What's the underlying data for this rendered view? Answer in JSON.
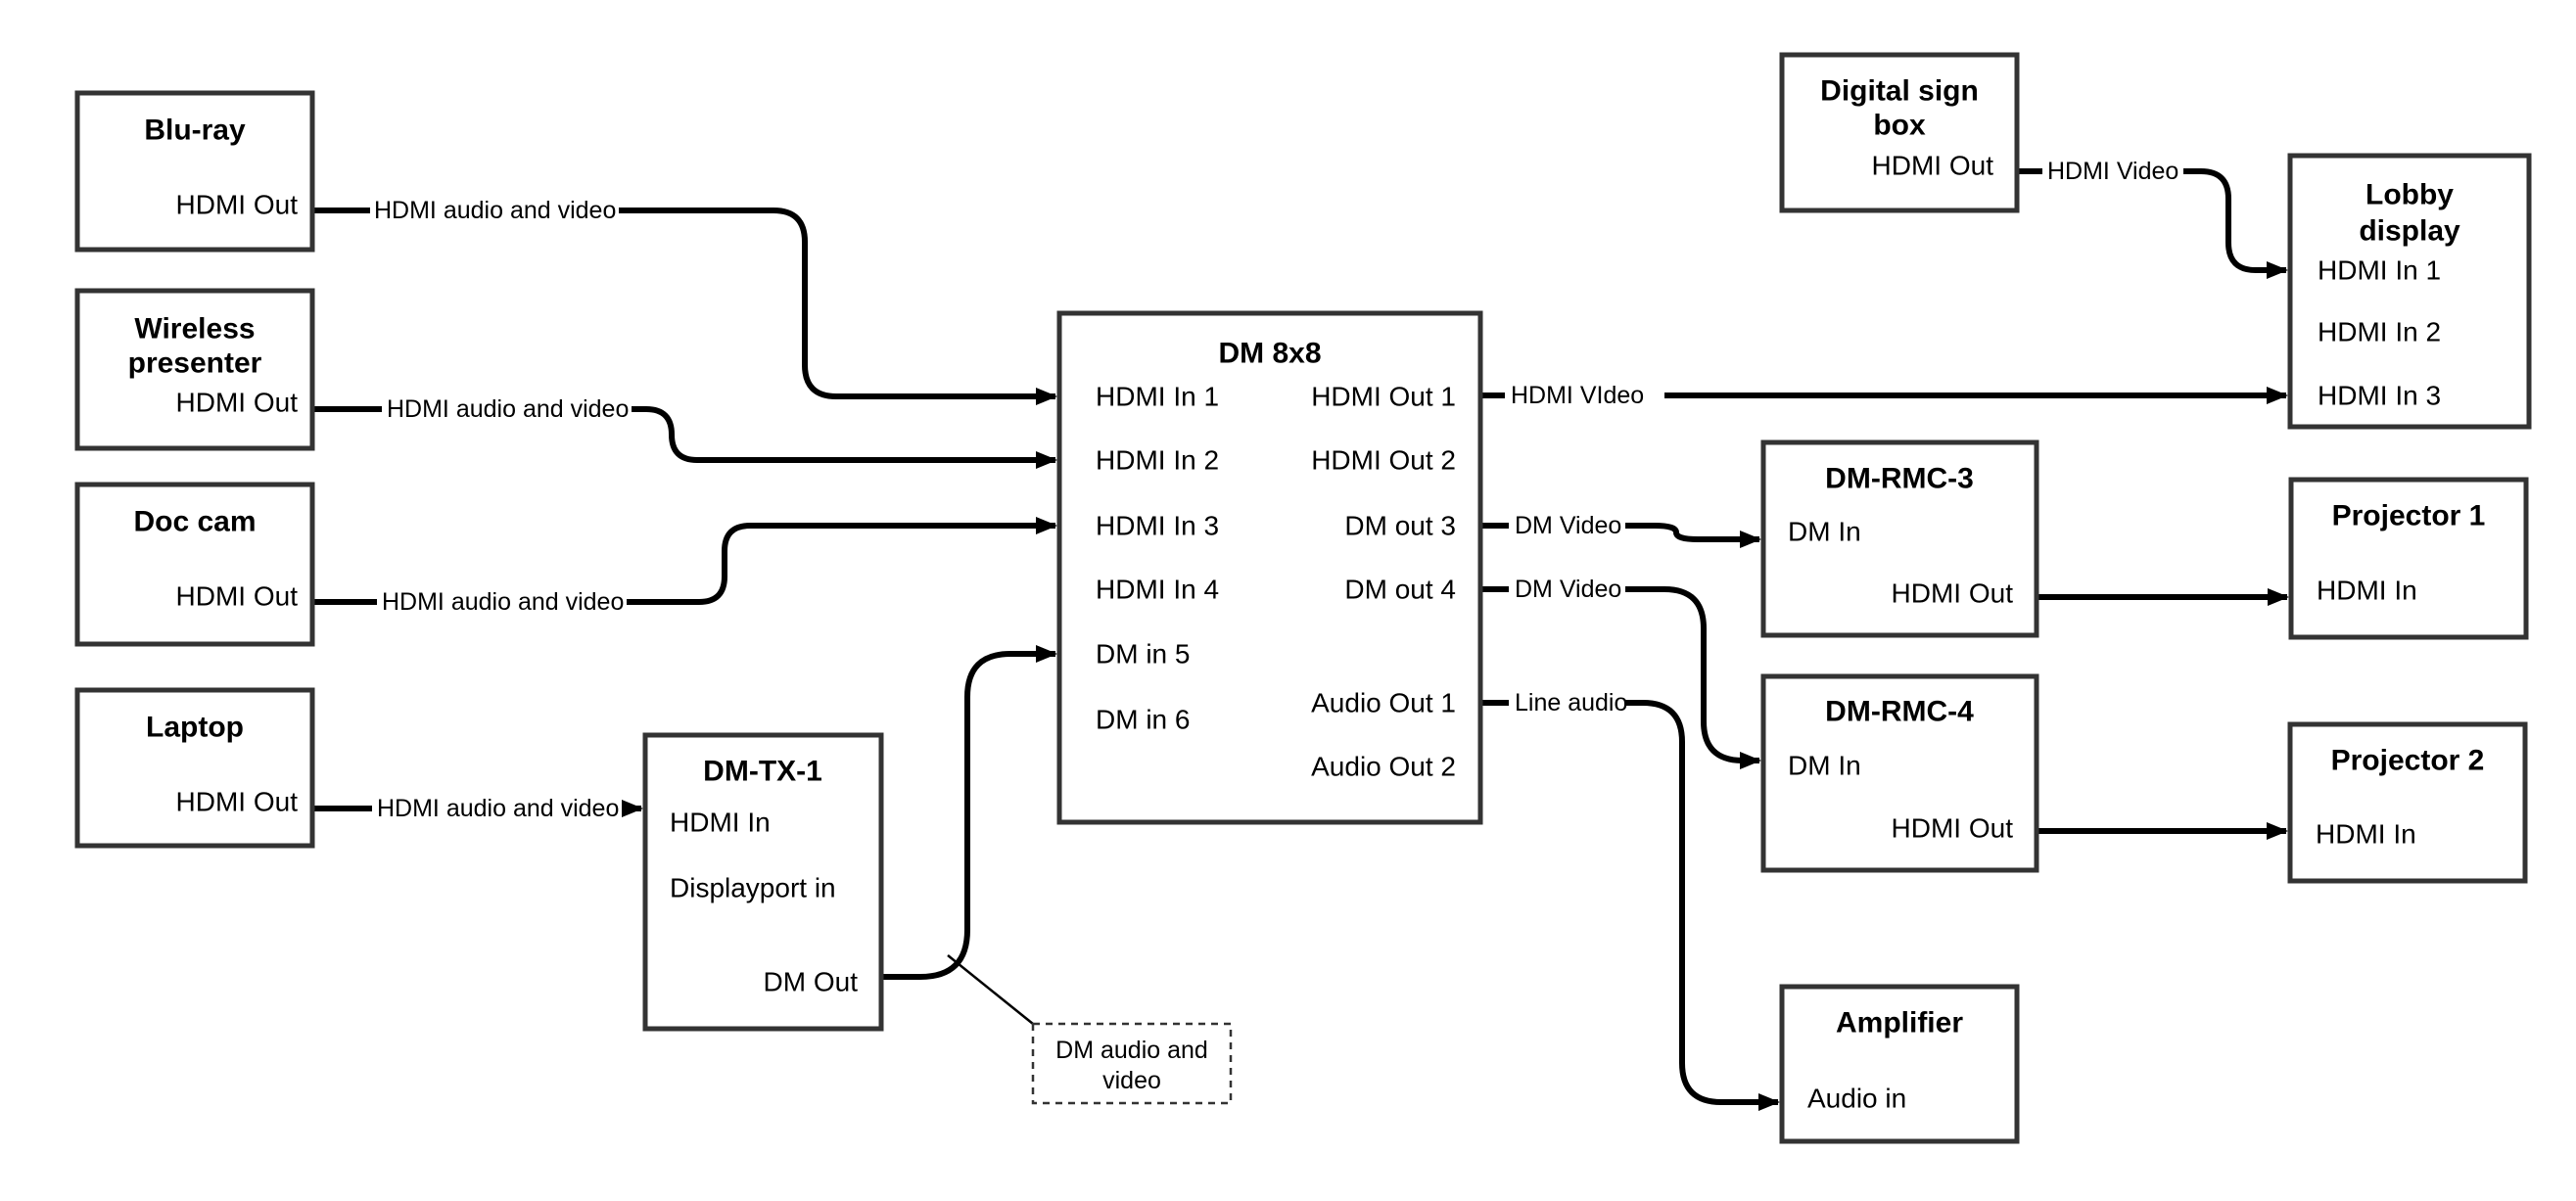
{
  "colors": {
    "background": "#ffffff",
    "line": "#000000",
    "box_border": "#333333",
    "text": "#000000"
  },
  "nodes": {
    "blu_ray": {
      "title": "Blu-ray",
      "hdmi_out": "HDMI Out"
    },
    "wireless_presenter": {
      "title_line1": "Wireless",
      "title_line2": "presenter",
      "hdmi_out": "HDMI Out"
    },
    "doc_cam": {
      "title": "Doc cam",
      "hdmi_out": "HDMI Out"
    },
    "laptop": {
      "title": "Laptop",
      "hdmi_out": "HDMI Out"
    },
    "dm_tx_1": {
      "title": "DM-TX-1",
      "hdmi_in": "HDMI In",
      "displayport_in": "Displayport in",
      "dm_out": "DM Out"
    },
    "dm_8x8": {
      "title": "DM 8x8",
      "hdmi_in_1": "HDMI In 1",
      "hdmi_in_2": "HDMI In 2",
      "hdmi_in_3": "HDMI In 3",
      "hdmi_in_4": "HDMI In 4",
      "dm_in_5": "DM in 5",
      "dm_in_6": "DM in 6",
      "hdmi_out_1": "HDMI Out 1",
      "hdmi_out_2": "HDMI Out 2",
      "dm_out_3": "DM out 3",
      "dm_out_4": "DM out 4",
      "audio_out_1": "Audio Out 1",
      "audio_out_2": "Audio Out 2"
    },
    "digital_sign_box": {
      "title_line1": "Digital sign",
      "title_line2": "box",
      "hdmi_out": "HDMI Out"
    },
    "lobby_display": {
      "title_line1": "Lobby",
      "title_line2": "display",
      "hdmi_in_1": "HDMI In 1",
      "hdmi_in_2": "HDMI In 2",
      "hdmi_in_3": "HDMI In 3"
    },
    "dm_rmc_3": {
      "title": "DM-RMC-3",
      "dm_in": "DM In",
      "hdmi_out": "HDMI Out"
    },
    "projector_1": {
      "title": "Projector 1",
      "hdmi_in": "HDMI In"
    },
    "dm_rmc_4": {
      "title": "DM-RMC-4",
      "dm_in": "DM In",
      "hdmi_out": "HDMI Out"
    },
    "projector_2": {
      "title": "Projector 2",
      "hdmi_in": "HDMI In"
    },
    "amplifier": {
      "title": "Amplifier",
      "audio_in": "Audio in"
    }
  },
  "edges": {
    "bluray_to_dm8x8": "HDMI audio and video",
    "wireless_to_dm8x8": "HDMI audio and video",
    "doccam_to_dm8x8": "HDMI audio and video",
    "laptop_to_dmtx1": "HDMI audio and video",
    "dm8x8_to_lobby": "HDMI VIdeo",
    "dm8x8_to_rmc3": "DM Video",
    "dm8x8_to_rmc4": "DM Video",
    "dm8x8_to_amplifier": "Line audio",
    "sign_to_lobby": "HDMI Video",
    "note_line1": "DM audio and",
    "note_line2": "video"
  }
}
